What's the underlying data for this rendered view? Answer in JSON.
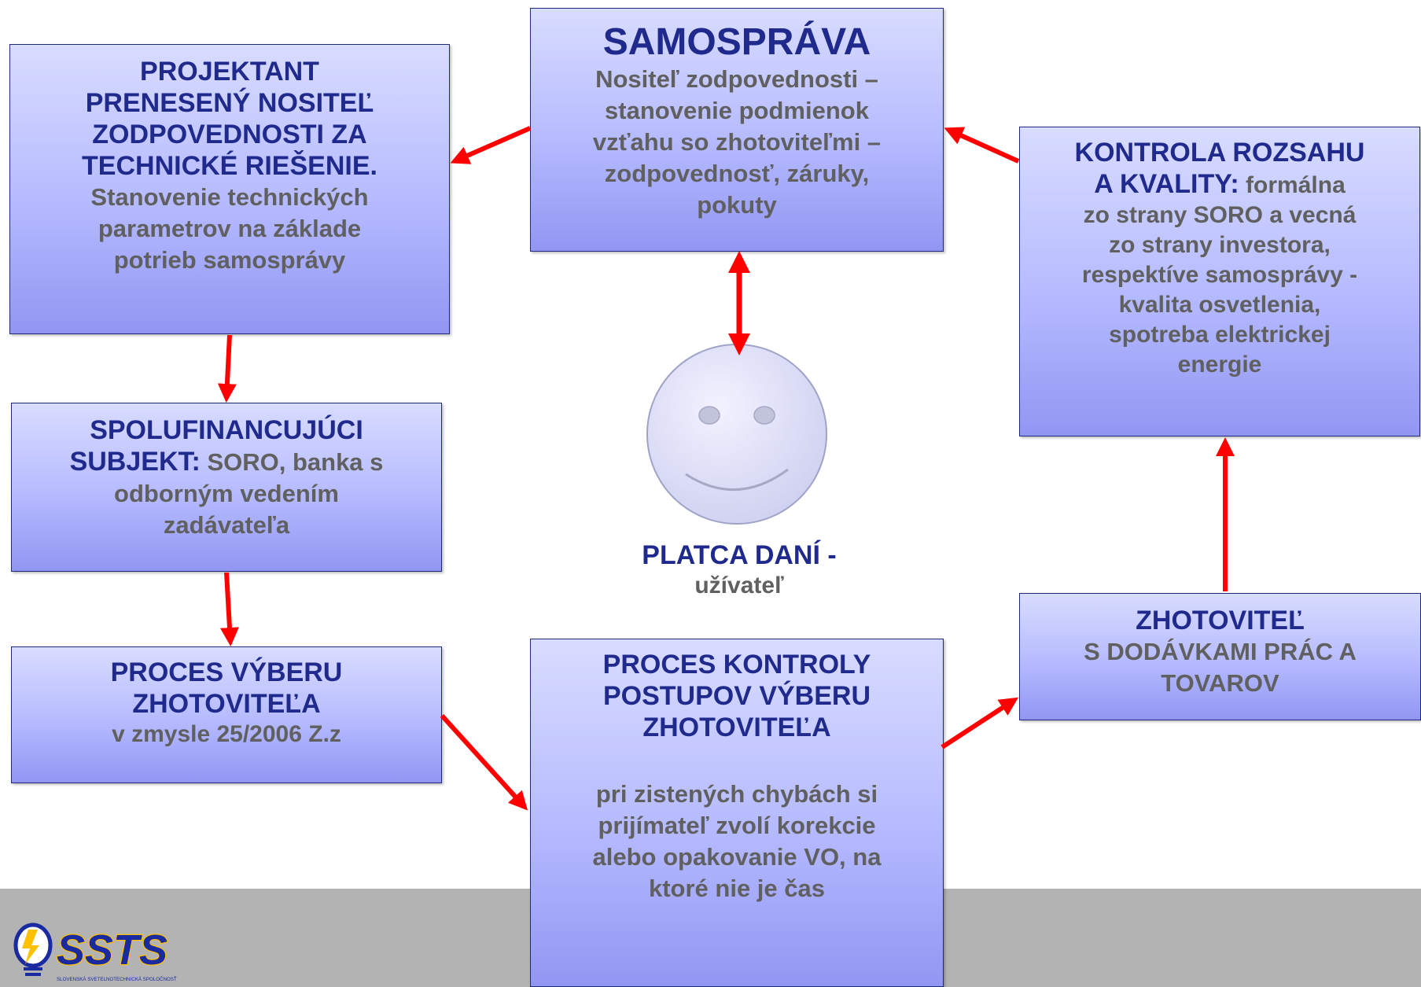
{
  "samosprava": {
    "title": "SAMOSPRÁVA",
    "body": [
      "Nositeľ zodpovednosti –",
      "stanovenie podmienok",
      "vzťahu so zhotoviteľmi –",
      "zodpovednosť, záruky,",
      "pokuty"
    ]
  },
  "projektant": {
    "title": [
      "PROJEKTANT",
      "PRENESENÝ NOSITEĽ",
      "ZODPOVEDNOSTI ZA",
      "TECHNICKÉ RIEŠENIE."
    ],
    "body": [
      "Stanovenie technických",
      "parametrov na základe",
      "potrieb samosprávy"
    ]
  },
  "kontrola": {
    "title": [
      "KONTROLA ROZSAHU",
      "A KVALITY:"
    ],
    "body_first": " formálna",
    "body": [
      "zo strany SORO a vecná",
      "zo strany investora,",
      "respektíve samosprávy  -",
      "kvalita osvetlenia,",
      "spotreba elektrickej",
      "energie"
    ]
  },
  "spolufinancujuci": {
    "title": [
      "SPOLUFINANCUJÚCI",
      "SUBJEKT:"
    ],
    "body_first": " SORO, banka s",
    "body": [
      "odborným vedením",
      "zadávateľa"
    ]
  },
  "proces_vyberu": {
    "title": [
      "PROCES VÝBERU",
      "ZHOTOVITEĽA"
    ],
    "body": [
      "v zmysle 25/2006 Z.z"
    ]
  },
  "proces_kontroly": {
    "title": [
      "PROCES KONTROLY",
      "POSTUPOV VÝBERU",
      "ZHOTOVITEĽA"
    ],
    "body": [
      "pri zistených chybách si",
      "prijímateľ  zvolí korekcie",
      "alebo opakovanie VO, na",
      "ktoré nie  je čas"
    ]
  },
  "zhotovitel": {
    "title": "ZHOTOVITEĽ",
    "body": [
      "S DODÁVKAMI PRÁC A",
      "TOVAROV"
    ]
  },
  "platca": {
    "title": "PLATCA DANÍ -",
    "subtitle": "užívateľ"
  },
  "logo": {
    "text": "SSTS",
    "tagline": "SLOVENSKÁ SVETELNOTECHNICKÁ SPOLOČNOSŤ"
  },
  "colors": {
    "arrow": "#ff0000",
    "box_border": "#1f2a7a",
    "title_text": "#1f2a8c",
    "body_text": "#606060",
    "bottom_band": "#b3b3b3",
    "logo_blue": "#1a2aa0",
    "logo_yellow": "#ffc000"
  }
}
